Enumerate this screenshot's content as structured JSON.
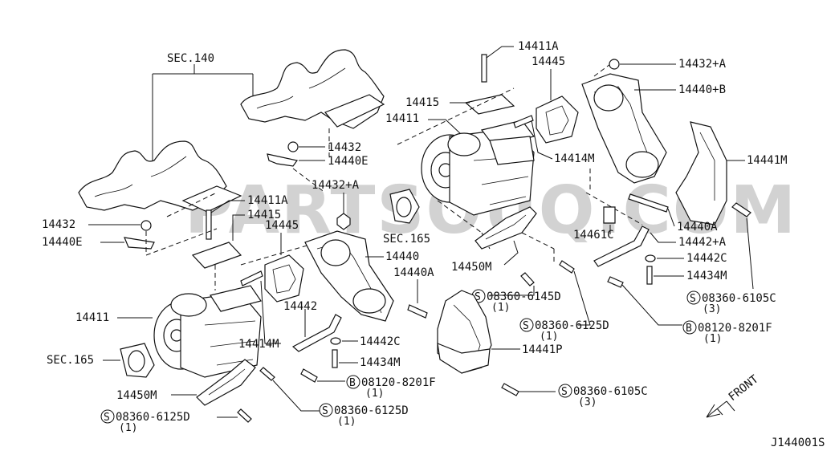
{
  "watermark": "PARTSOUQ.COM",
  "diagram_code": "J144001S",
  "front_label": "FRONT",
  "labels": {
    "sec140": "SEC.140",
    "l14411a_top": "14411A",
    "l14445_top": "14445",
    "l14415_top": "14415",
    "l14411_top": "14411",
    "l14432a_top": "14432+A",
    "l14440b": "14440+B",
    "l14441m_right": "14441M",
    "l14414m_top": "14414M",
    "l14432_mid": "14432",
    "l14440e_mid": "14440E",
    "l14432a_mid": "14432+A",
    "l14411a_mid": "14411A",
    "l14415_mid": "14415",
    "l14432_left": "14432",
    "l14440e_left": "14440E",
    "l14445_mid": "14445",
    "sec165_mid": "SEC.165",
    "l14440": "14440",
    "l14440a_mid": "14440A",
    "l14450m_mid": "14450M",
    "l14440a_right": "14440A",
    "l14461c": "14461C",
    "l14442a": "14442+A",
    "l14442c_right": "14442C",
    "l14434m_right": "14434M",
    "s08360_6105c_right": "08360-6105C",
    "s08360_6105c_right_qty": "(3)",
    "b08120_8201f_right": "08120-8201F",
    "b08120_8201f_right_qty": "(1)",
    "s08360_6145d": "08360-6145D",
    "s08360_6145d_qty": "(1)",
    "s08360_6125d_mid": "08360-6125D",
    "s08360_6125d_mid_qty": "(1)",
    "l14441p": "14441P",
    "s08360_6105c_mid": "08360-6105C",
    "s08360_6105c_mid_qty": "(3)",
    "l14411_left": "14411",
    "l14414m_mid": "14414M",
    "l14442": "14442",
    "l14442c_mid": "14442C",
    "l14434m_mid": "14434M",
    "sec165_left": "SEC.165",
    "b08120_8201f_mid": "08120-8201F",
    "b08120_8201f_mid_qty": "(1)",
    "l14450m_left": "14450M",
    "s08360_6125d_left": "08360-6125D",
    "s08360_6125d_left_qty": "(1)",
    "s08360_6125d_bot": "08360-6125D",
    "s08360_6125d_bot_qty": "(1)"
  },
  "symbols": {
    "screw": "S",
    "bolt": "B"
  }
}
